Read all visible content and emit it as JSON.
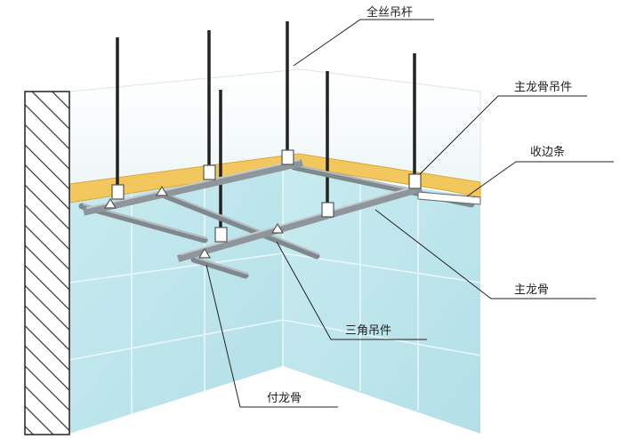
{
  "labels": {
    "hanger_rod": "全丝吊杆",
    "main_keel_hanger": "主龙骨吊件",
    "edge_strip": "收边条",
    "main_keel": "主龙骨",
    "triangle_hanger": "三角吊件",
    "secondary_keel": "付龙骨"
  },
  "colors": {
    "tile": "#bfe6ec",
    "tile_grid": "#e9f7f9",
    "wall_back": "#f6fafb",
    "beam": "#f2c75e",
    "keel": "#8e969b",
    "rod": "#222222",
    "hatch": "#333333"
  }
}
